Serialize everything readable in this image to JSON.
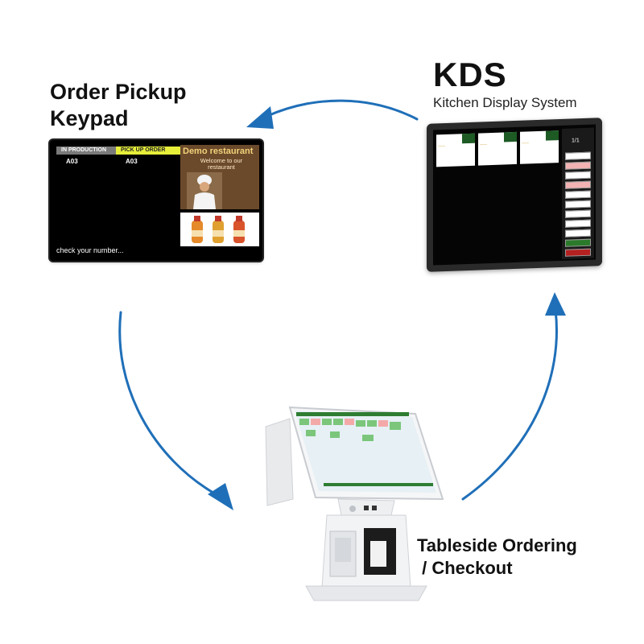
{
  "kds": {
    "title": "KDS",
    "subtitle": "Kitchen Display System",
    "page_indicator": "1/1"
  },
  "pickup": {
    "title_line1": "Order Pickup",
    "title_line2": "Keypad",
    "screen": {
      "header_production": "IN PRODUCTION",
      "header_pickup": "PICK UP ORDER",
      "code_production": "A03",
      "code_pickup": "A03",
      "footer": "check your number...",
      "ad_title": "Demo restaurant",
      "ad_sub_line1": "Welcome to our",
      "ad_sub_line2": "restaurant"
    }
  },
  "tableside": {
    "title_line1": "Tableside Ordering",
    "title_line2": " / Checkout"
  },
  "colors": {
    "arrow": "#1f6fb8",
    "kds_green": "#1d5a24",
    "pickup_yellow": "#e7ee3a"
  }
}
